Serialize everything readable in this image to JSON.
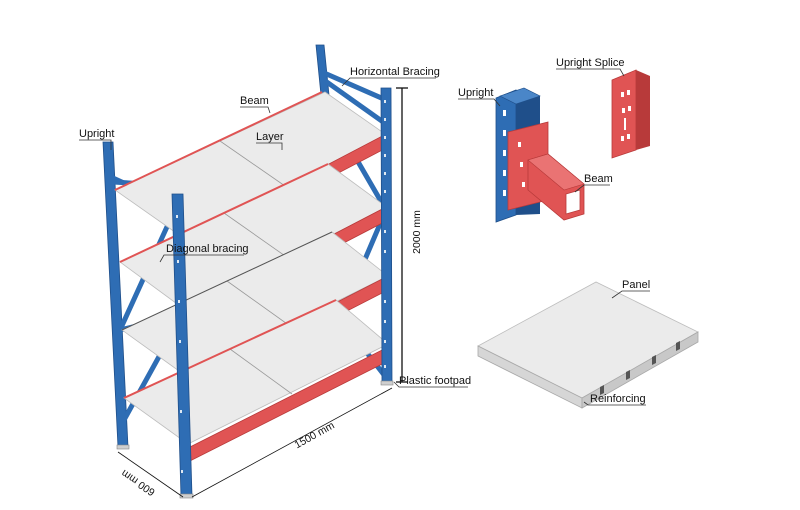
{
  "colors": {
    "upright": "#2e6db4",
    "upright_dark": "#1f4f8a",
    "beam": "#e05454",
    "beam_dark": "#b83a3a",
    "panel": "#ebebeb",
    "panel_edge": "#bdbdbd",
    "background": "#ffffff"
  },
  "labels": {
    "upright_left": "Upright",
    "beam_top": "Beam",
    "layer": "Layer",
    "horizontal_bracing": "Horizontal Bracing",
    "diagonal_bracing": "Diagonal bracing",
    "plastic_footpad": "Plastic footpad",
    "upright_detail": "Upright",
    "upright_splice": "Upright Splice",
    "beam_detail": "Beam",
    "panel": "Panel",
    "reinforcing": "Reinforcing"
  },
  "dimensions": {
    "height": "2000 mm",
    "length": "1500 mm",
    "depth": "600 mm"
  }
}
